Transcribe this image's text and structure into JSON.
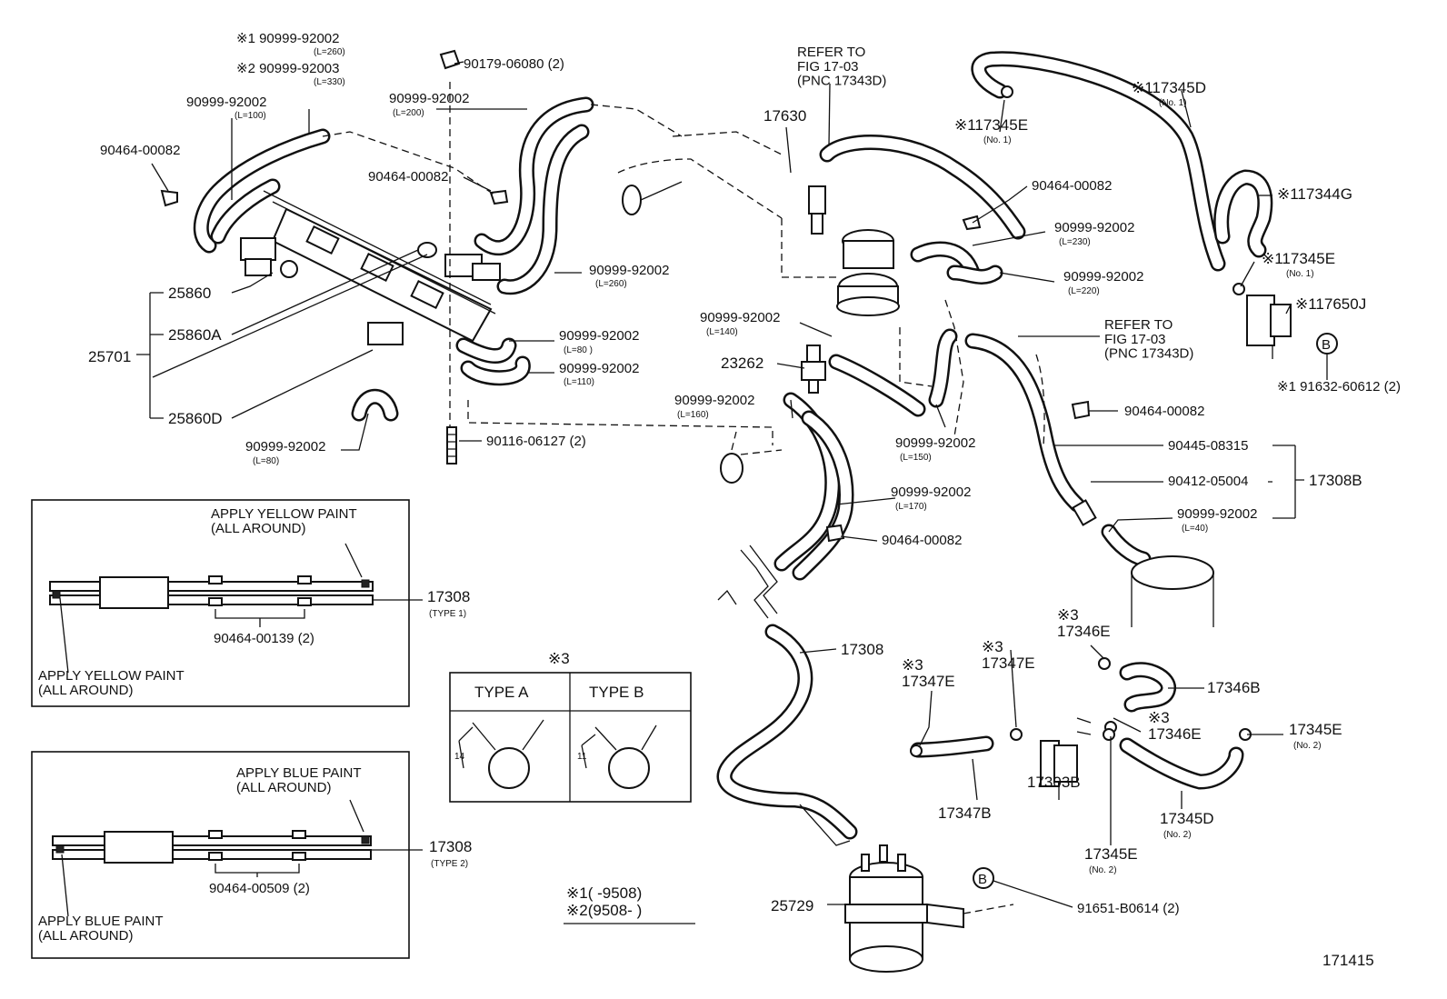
{
  "callouts": [
    {
      "id": "c1",
      "text": "※1 90999-92002",
      "sub": "(L=260)"
    },
    {
      "id": "c2",
      "text": "※2 90999-92003",
      "sub": "(L=330)"
    },
    {
      "id": "c3",
      "text": "90999-92002",
      "sub": "(L=100)"
    },
    {
      "id": "c4",
      "text": "90464-00082",
      "sub": ""
    },
    {
      "id": "c5",
      "text": "90179-06080 (2)",
      "sub": ""
    },
    {
      "id": "c6",
      "text": "90999-92002",
      "sub": "(L=200)"
    },
    {
      "id": "c7",
      "text": "90464-00082",
      "sub": ""
    },
    {
      "id": "c8",
      "text": "25860",
      "sub": ""
    },
    {
      "id": "c9",
      "text": "25860A",
      "sub": ""
    },
    {
      "id": "c10",
      "text": "25701",
      "sub": ""
    },
    {
      "id": "c11",
      "text": "25860D",
      "sub": ""
    },
    {
      "id": "c12",
      "text": "90999-92002",
      "sub": "(L=260)"
    },
    {
      "id": "c13",
      "text": "90999-92002",
      "sub": "(L=80 )"
    },
    {
      "id": "c14",
      "text": "90999-92002",
      "sub": "(L=110)"
    },
    {
      "id": "c15",
      "text": "90999-92002",
      "sub": "(L=80)"
    },
    {
      "id": "c16",
      "text": "90116-06127 (2)",
      "sub": ""
    },
    {
      "id": "c17",
      "text": "REFER TO\nFIG 17-03\n(PNC 17343D)",
      "sub": ""
    },
    {
      "id": "c18",
      "text": "17630",
      "sub": ""
    },
    {
      "id": "c19",
      "text": "※117345E",
      "sub": "(No. 1)"
    },
    {
      "id": "c20",
      "text": "※117345D",
      "sub": "(No. 1)"
    },
    {
      "id": "c21",
      "text": "90464-00082",
      "sub": ""
    },
    {
      "id": "c22",
      "text": "90999-92002",
      "sub": "(L=230)"
    },
    {
      "id": "c23",
      "text": "※117344G",
      "sub": ""
    },
    {
      "id": "c24",
      "text": "※117345E",
      "sub": "(No. 1)"
    },
    {
      "id": "c25",
      "text": "90999-92002",
      "sub": "(L=220)"
    },
    {
      "id": "c26",
      "text": "※117650J",
      "sub": ""
    },
    {
      "id": "c27",
      "text": "REFER TO\nFIG 17-03\n(PNC 17343D)",
      "sub": ""
    },
    {
      "id": "c28",
      "text": "90999-92002",
      "sub": "(L=140)"
    },
    {
      "id": "c29",
      "text": "23262",
      "sub": ""
    },
    {
      "id": "c30",
      "text": "※1 91632-60612 (2)",
      "sub": ""
    },
    {
      "id": "c31",
      "text": "90999-92002",
      "sub": "(L=160)"
    },
    {
      "id": "c32",
      "text": "90464-00082",
      "sub": ""
    },
    {
      "id": "c33",
      "text": "90999-92002",
      "sub": "(L=150)"
    },
    {
      "id": "c34",
      "text": "90445-08315",
      "sub": ""
    },
    {
      "id": "c35",
      "text": "90412-05004",
      "sub": ""
    },
    {
      "id": "c36",
      "text": "17308B",
      "sub": ""
    },
    {
      "id": "c37",
      "text": "90999-92002",
      "sub": "(L=170)"
    },
    {
      "id": "c38",
      "text": "90999-92002",
      "sub": "(L=40)"
    },
    {
      "id": "c39",
      "text": "90464-00082",
      "sub": ""
    },
    {
      "id": "c40",
      "text": "17308",
      "sub": ""
    },
    {
      "id": "c41",
      "text": "※3\n17347E",
      "sub": ""
    },
    {
      "id": "c42",
      "text": "※3\n17347E",
      "sub": ""
    },
    {
      "id": "c43",
      "text": "※3\n17346E",
      "sub": ""
    },
    {
      "id": "c44",
      "text": "17346B",
      "sub": ""
    },
    {
      "id": "c45",
      "text": "※3\n17346E",
      "sub": ""
    },
    {
      "id": "c46",
      "text": "17345E",
      "sub": "(No. 2)"
    },
    {
      "id": "c47",
      "text": "17347B",
      "sub": ""
    },
    {
      "id": "c48",
      "text": "17303B",
      "sub": ""
    },
    {
      "id": "c49",
      "text": "17345D",
      "sub": "(No. 2)"
    },
    {
      "id": "c50",
      "text": "17345E",
      "sub": "(No. 2)"
    },
    {
      "id": "c51",
      "text": "25729",
      "sub": ""
    },
    {
      "id": "c52",
      "text": "91651-B0614 (2)",
      "sub": ""
    }
  ],
  "inset_type1": {
    "top_note": "APPLY YELLOW PAINT\n(ALL AROUND)",
    "bottom_note": "APPLY YELLOW PAINT\n(ALL AROUND)",
    "clip_label": "90464-00139 (2)",
    "part": "17308",
    "part_sub": "(TYPE 1)"
  },
  "inset_type2": {
    "top_note": "APPLY BLUE PAINT\n(ALL AROUND)",
    "bottom_note": "APPLY BLUE PAINT\n(ALL AROUND)",
    "clip_label": "90464-00509 (2)",
    "part": "17308",
    "part_sub": "(TYPE 2)"
  },
  "type_table": {
    "mark": "※3",
    "col_a": "TYPE  A",
    "col_b": "TYPE  B",
    "dim_a": "14",
    "dim_b": "11"
  },
  "legend": {
    "line1": "※1(      -9508)",
    "line2": "※2(9508-       )"
  },
  "marker_b": "B",
  "figure_number": "171415"
}
